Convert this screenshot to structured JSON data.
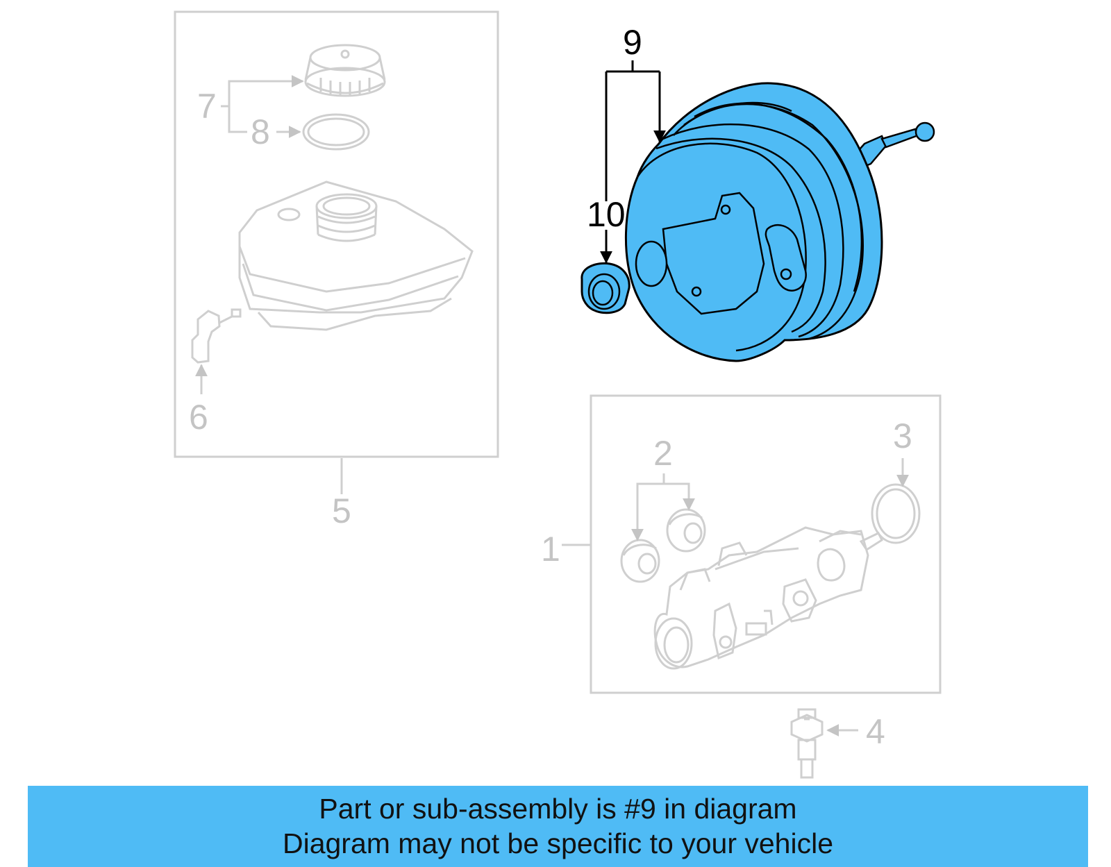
{
  "callouts": {
    "c1": "1",
    "c2": "2",
    "c3": "3",
    "c4": "4",
    "c5": "5",
    "c6": "6",
    "c7": "7",
    "c8": "8",
    "c9": "9",
    "c10": "10"
  },
  "highlight_color": "#4fbbf5",
  "muted_color": "#c4c4c4",
  "footer": {
    "line1": "Part or sub-assembly is #9 in diagram",
    "line2": "Diagram may not be specific to your vehicle"
  }
}
